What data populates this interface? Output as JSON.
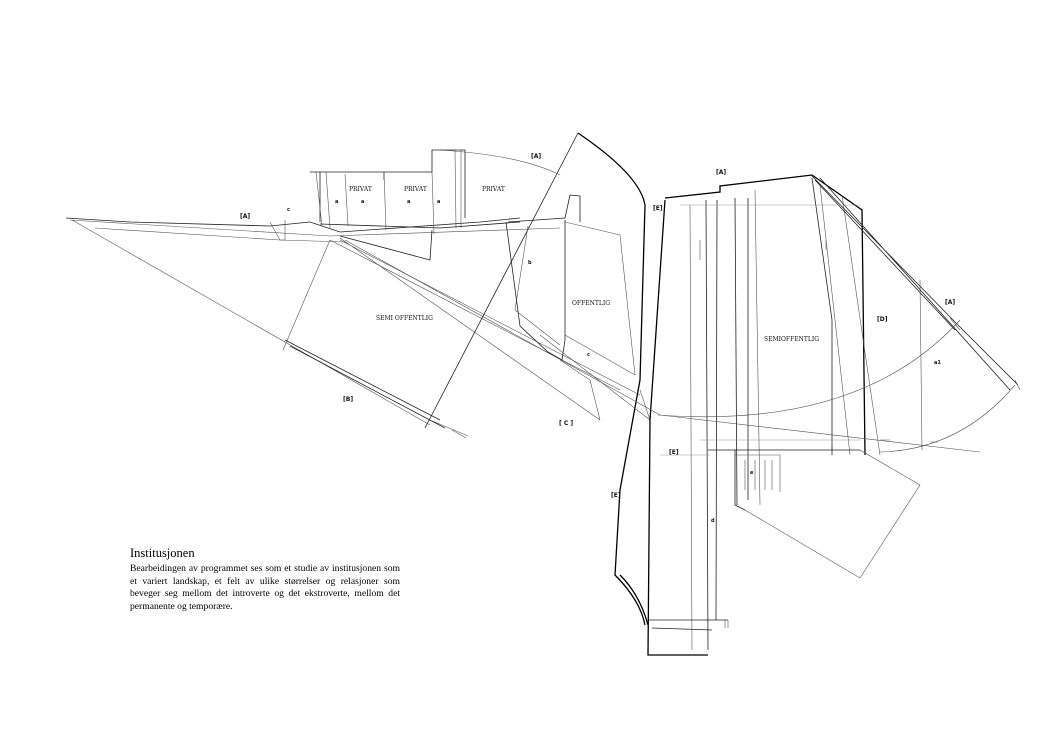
{
  "caption": {
    "title": "Institusjonen",
    "body": "Bearbeidingen av programmet ses som et studie av institusjonen som et variert landskap, et felt av ulike størrelser og relasjoner som beveger seg mellom det introverte og det ekstroverte, mellom det permanente og temporære."
  },
  "zones": {
    "privat_1": "PRIVAT",
    "privat_2": "PRIVAT",
    "privat_3": "PRIVAT",
    "semi_offentlig_left": "SEMI OFFENTLIG",
    "offentlig": "OFFENTLIG",
    "semi_offentlig_right": "SEMIOFFENTLIG"
  },
  "markers": {
    "a_top_left": "[A]",
    "a_top_mid": "[A]",
    "a_top_right": "[A]",
    "a_right": "[A]",
    "b": "[B]",
    "c": "[ C ]",
    "d": "[D]",
    "e_1": "[E]",
    "e_2": "[E]",
    "e_3": "[E]"
  },
  "small_labels": {
    "c_top": "c",
    "a_1": "a",
    "a_2": "a",
    "a_3": "a",
    "a_4": "a",
    "b_mid": "b",
    "c_mid": "c",
    "e_small": "e",
    "d_small": "d",
    "a1": "a1"
  }
}
